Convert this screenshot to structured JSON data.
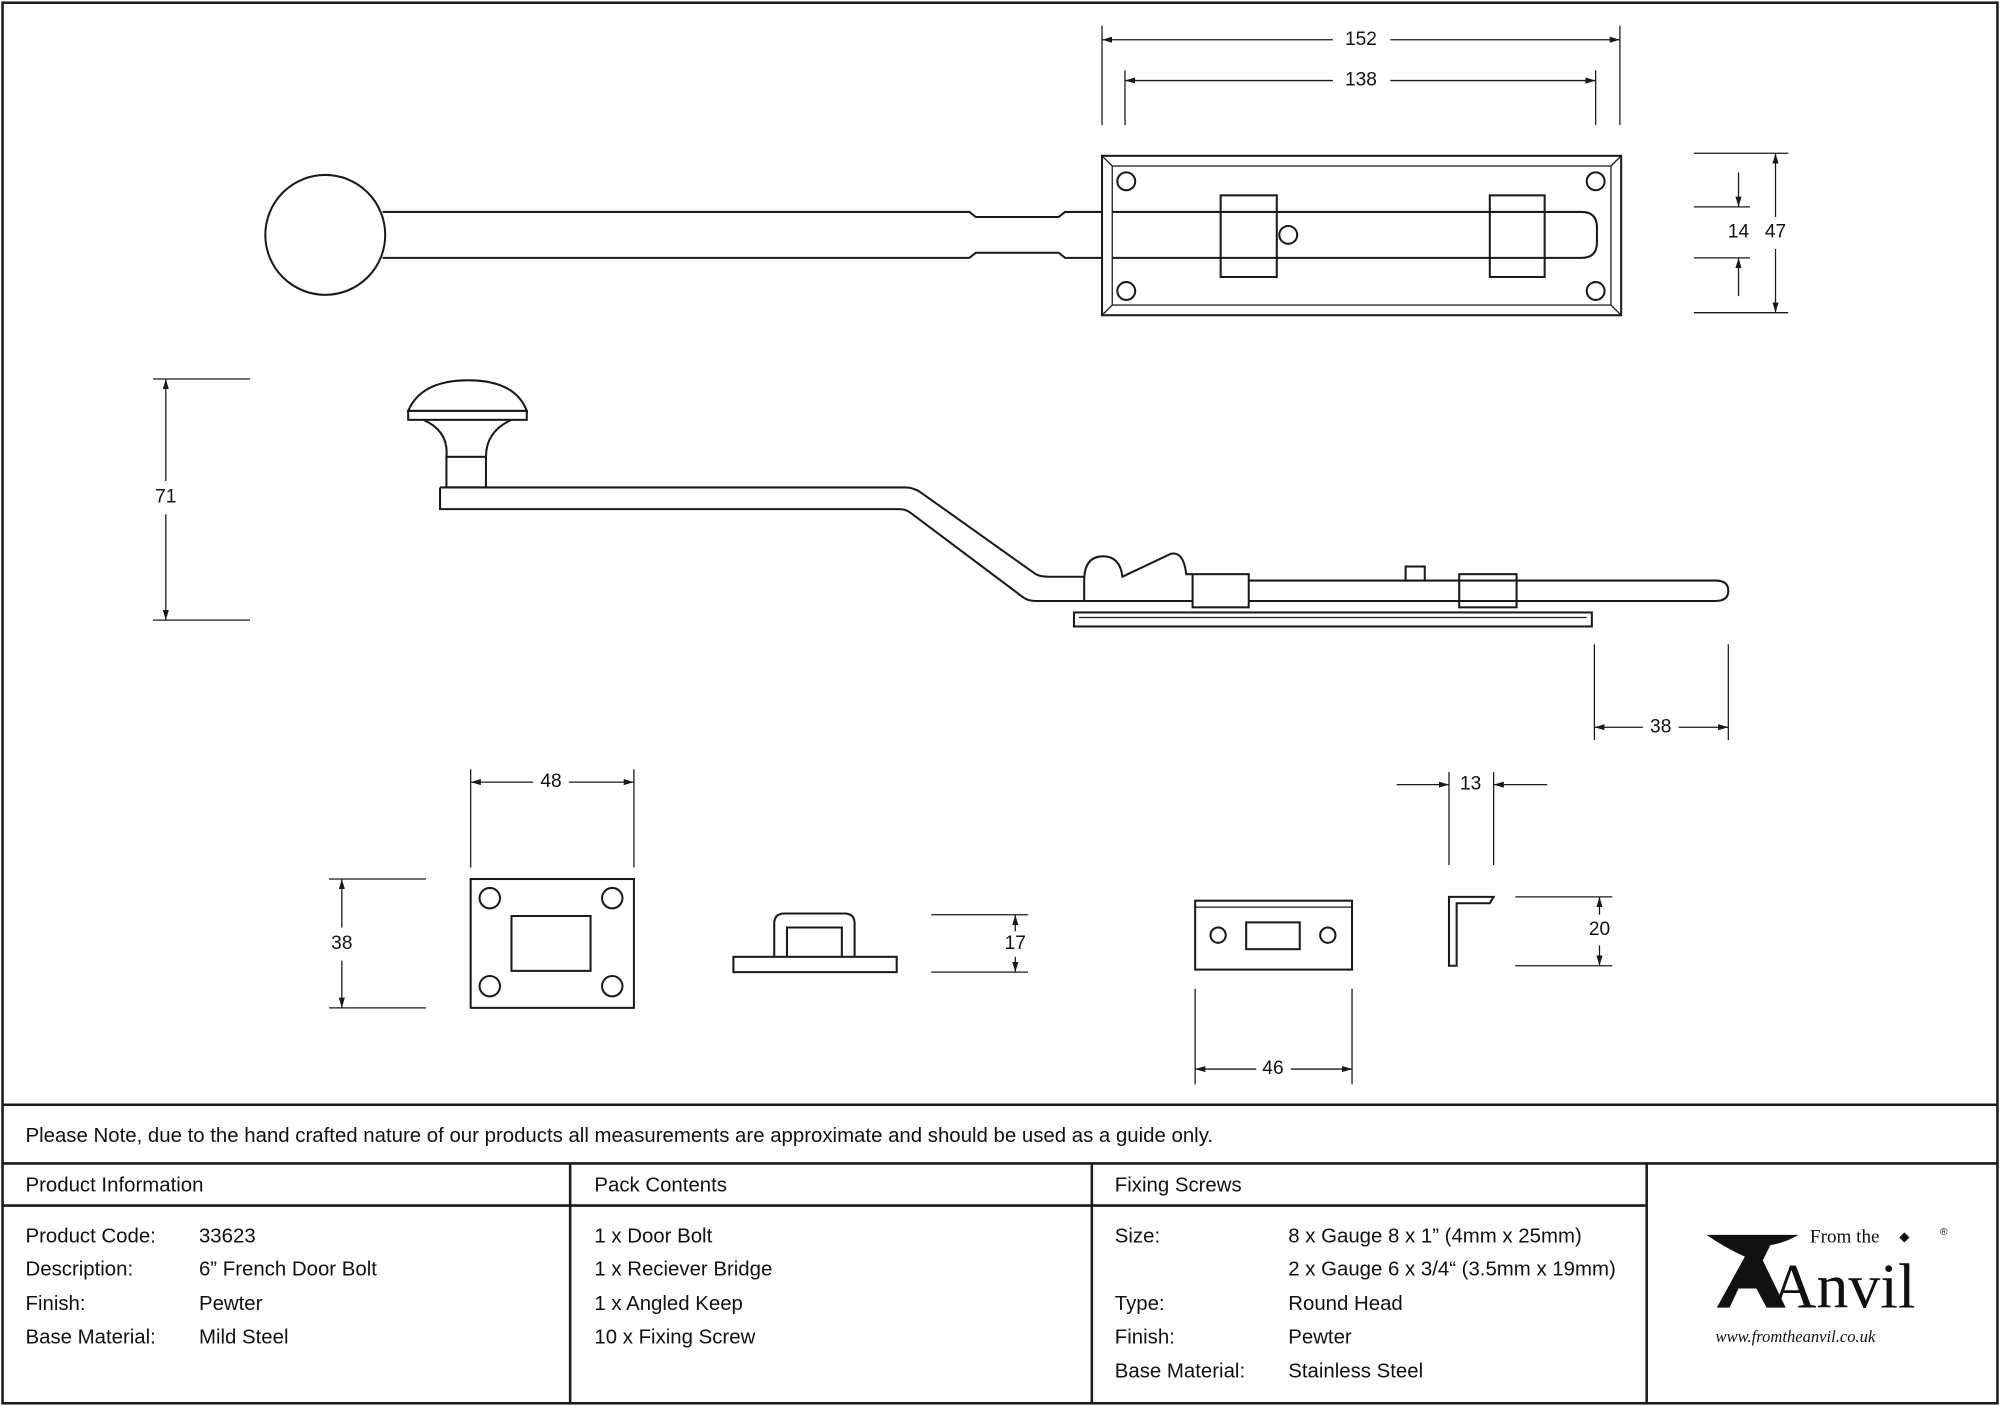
{
  "drawing": {
    "dimensions_mm": {
      "overall_length": "152",
      "fixing_centres": "138",
      "plate_height": "47",
      "bolt_width": "14",
      "projection": "71",
      "bolt_throw": "38",
      "receiver_width": "48",
      "receiver_height": "38",
      "bridge_height": "17",
      "keep_width": "46",
      "angled_keep_depth": "13",
      "angled_keep_height": "20"
    }
  },
  "note": "Please Note, due to the hand crafted nature of our products all measurements are approximate and should be used as a guide only.",
  "product_information": {
    "heading": "Product Information",
    "rows": [
      {
        "label": "Product Code:",
        "value": "33623"
      },
      {
        "label": "Description:",
        "value": "6” French Door Bolt"
      },
      {
        "label": "Finish:",
        "value": "Pewter"
      },
      {
        "label": "Base Material:",
        "value": "Mild Steel"
      }
    ]
  },
  "pack_contents": {
    "heading": "Pack Contents",
    "items": [
      "1 x Door Bolt",
      "1 x Reciever Bridge",
      "1 x Angled Keep",
      "10 x Fixing Screw"
    ]
  },
  "fixing_screws": {
    "heading": "Fixing Screws",
    "rows": [
      {
        "label": "Size:",
        "value": "8 x Gauge 8 x 1” (4mm x 25mm)"
      },
      {
        "label": "",
        "value": "2 x Gauge 6 x 3/4“ (3.5mm x 19mm)"
      },
      {
        "label": "Type:",
        "value": "Round Head"
      },
      {
        "label": "Finish:",
        "value": "Pewter"
      },
      {
        "label": "Base Material:",
        "value": "Stainless Steel"
      }
    ]
  },
  "logo": {
    "top": "From the",
    "main": "Anvil",
    "url": "www.fromtheanvil.co.uk",
    "registered": "®"
  }
}
